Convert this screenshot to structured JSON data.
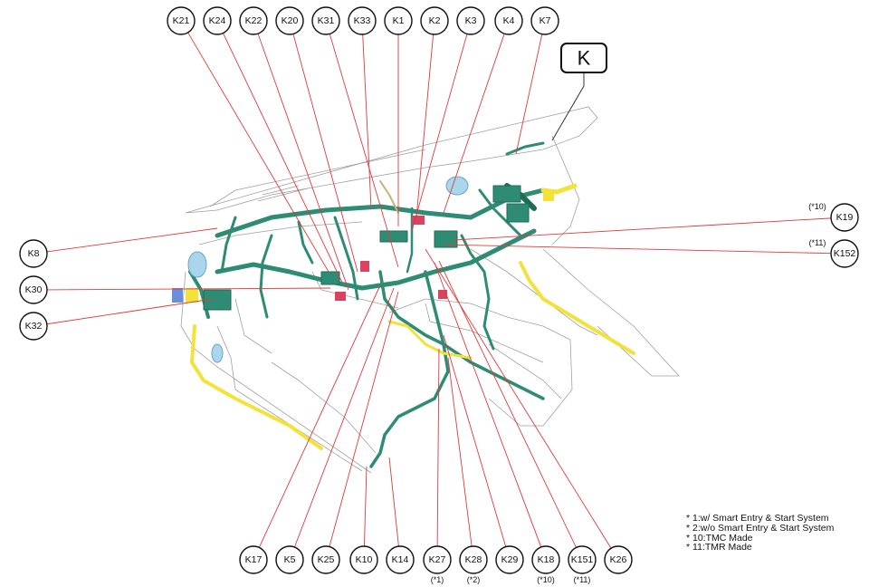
{
  "title": "K",
  "callouts": [
    {
      "id": "K21"
    },
    {
      "id": "K24"
    },
    {
      "id": "K22"
    },
    {
      "id": "K20"
    },
    {
      "id": "K31"
    },
    {
      "id": "K33"
    },
    {
      "id": "K1"
    },
    {
      "id": "K2"
    },
    {
      "id": "K3"
    },
    {
      "id": "K4"
    },
    {
      "id": "K7"
    },
    {
      "id": "K19",
      "note": "(*10)"
    },
    {
      "id": "K152",
      "note": "(*11)"
    },
    {
      "id": "K8"
    },
    {
      "id": "K30"
    },
    {
      "id": "K32"
    },
    {
      "id": "K17"
    },
    {
      "id": "K5"
    },
    {
      "id": "K25"
    },
    {
      "id": "K10"
    },
    {
      "id": "K14"
    },
    {
      "id": "K27",
      "note": "(*1)"
    },
    {
      "id": "K28",
      "note": "(*2)"
    },
    {
      "id": "K29"
    },
    {
      "id": "K18",
      "note": "(*10)"
    },
    {
      "id": "K151",
      "note": "(*11)"
    },
    {
      "id": "K26"
    }
  ],
  "legend": [
    "* 1:w/ Smart Entry & Start System",
    "* 2:w/o Smart Entry & Start System",
    "* 10:TMC Made",
    "* 11:TMR Made"
  ],
  "colors": {
    "leader": "#e03a3a",
    "harness": "#2e8c74",
    "harness_dark": "#1f6b57",
    "yellow": "#f2e23a",
    "blue": "#a9d6ec",
    "pink": "#d9435f",
    "outline": "#9a9a9a"
  }
}
